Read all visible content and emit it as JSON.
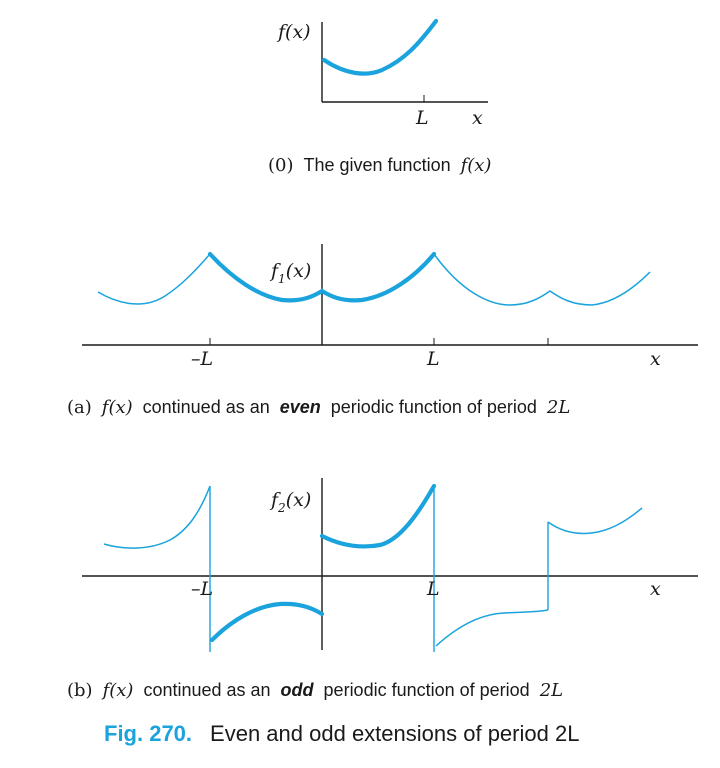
{
  "colors": {
    "curve": "#1aa3dc",
    "axis": "#1a1a1a",
    "fig_number": "#1aa3dc",
    "text": "#1a1a1a"
  },
  "panel0": {
    "y_label": "f(x)",
    "tick_L": "L",
    "x_label": "x",
    "caption": {
      "prefix": "(0)",
      "text": "The given function",
      "func": "f(x)"
    }
  },
  "panelA": {
    "y_label_f": "f",
    "y_label_sub": "1",
    "y_label_arg": "(x)",
    "tick_minusL": "–L",
    "tick_L": "L",
    "x_label": "x",
    "caption": {
      "prefix": "(a)",
      "func": "f(x)",
      "text1": "continued as an",
      "emph": "even",
      "text2": "periodic function of period",
      "period": "2L"
    }
  },
  "panelB": {
    "y_label_f": "f",
    "y_label_sub": "2",
    "y_label_arg": "(x)",
    "tick_minusL": "–L",
    "tick_L": "L",
    "x_label": "x",
    "caption": {
      "prefix": "(b)",
      "func": "f(x)",
      "text1": "continued as an",
      "emph": "odd",
      "text2": "periodic function of period",
      "period": "2L"
    }
  },
  "figure": {
    "number": "Fig. 270.",
    "title": "Even and odd extensions of period 2L"
  }
}
